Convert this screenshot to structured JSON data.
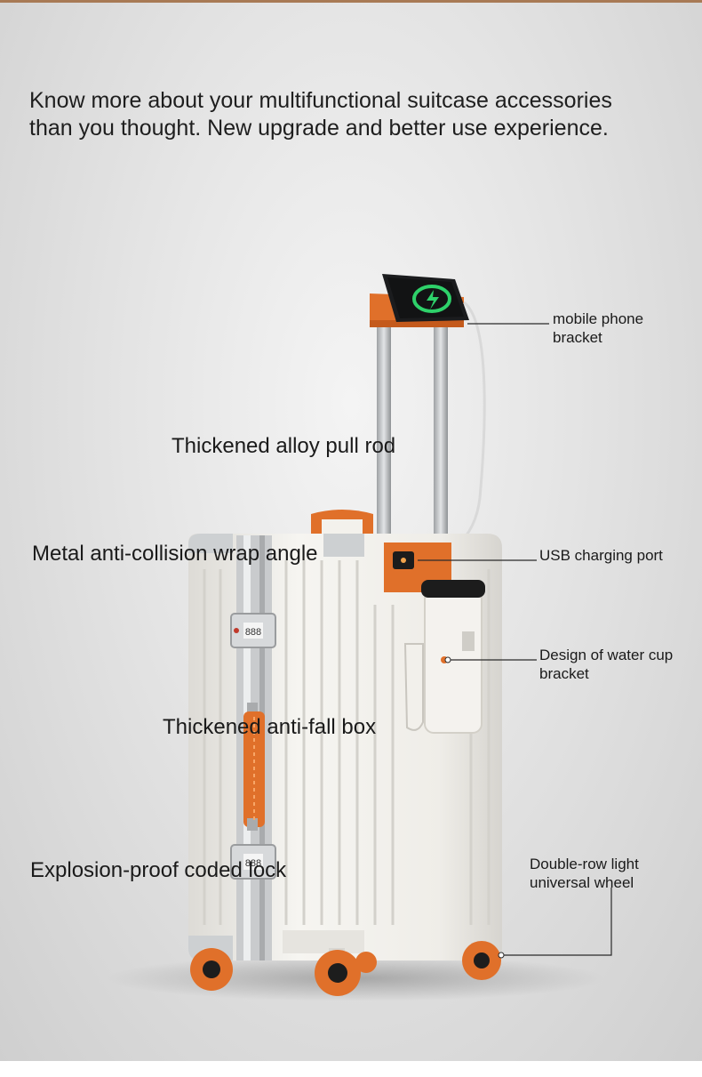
{
  "intro": {
    "line1": "Know more about your multifunctional suitcase accessories",
    "line2": "than you thought. New upgrade and better use experience."
  },
  "callouts": {
    "pull_rod": "Thickened alloy pull rod",
    "wrap_angle": "Metal anti-collision wrap angle",
    "anti_fall": "Thickened anti-fall box",
    "lock": "Explosion-proof coded lock",
    "phone_bracket_line1": "mobile phone",
    "phone_bracket_line2": "bracket",
    "usb_port": "USB charging port",
    "cup_line1": "Design of water cup",
    "cup_line2": "bracket",
    "wheel_line1": "Double-row light",
    "wheel_line2": "universal wheel"
  },
  "lock_code": "888",
  "colors": {
    "accent_orange": "#e0702a",
    "shell_white": "#f3f1ec",
    "frame_silver": "#c9cbcd",
    "charging_green": "#2ed16a"
  }
}
